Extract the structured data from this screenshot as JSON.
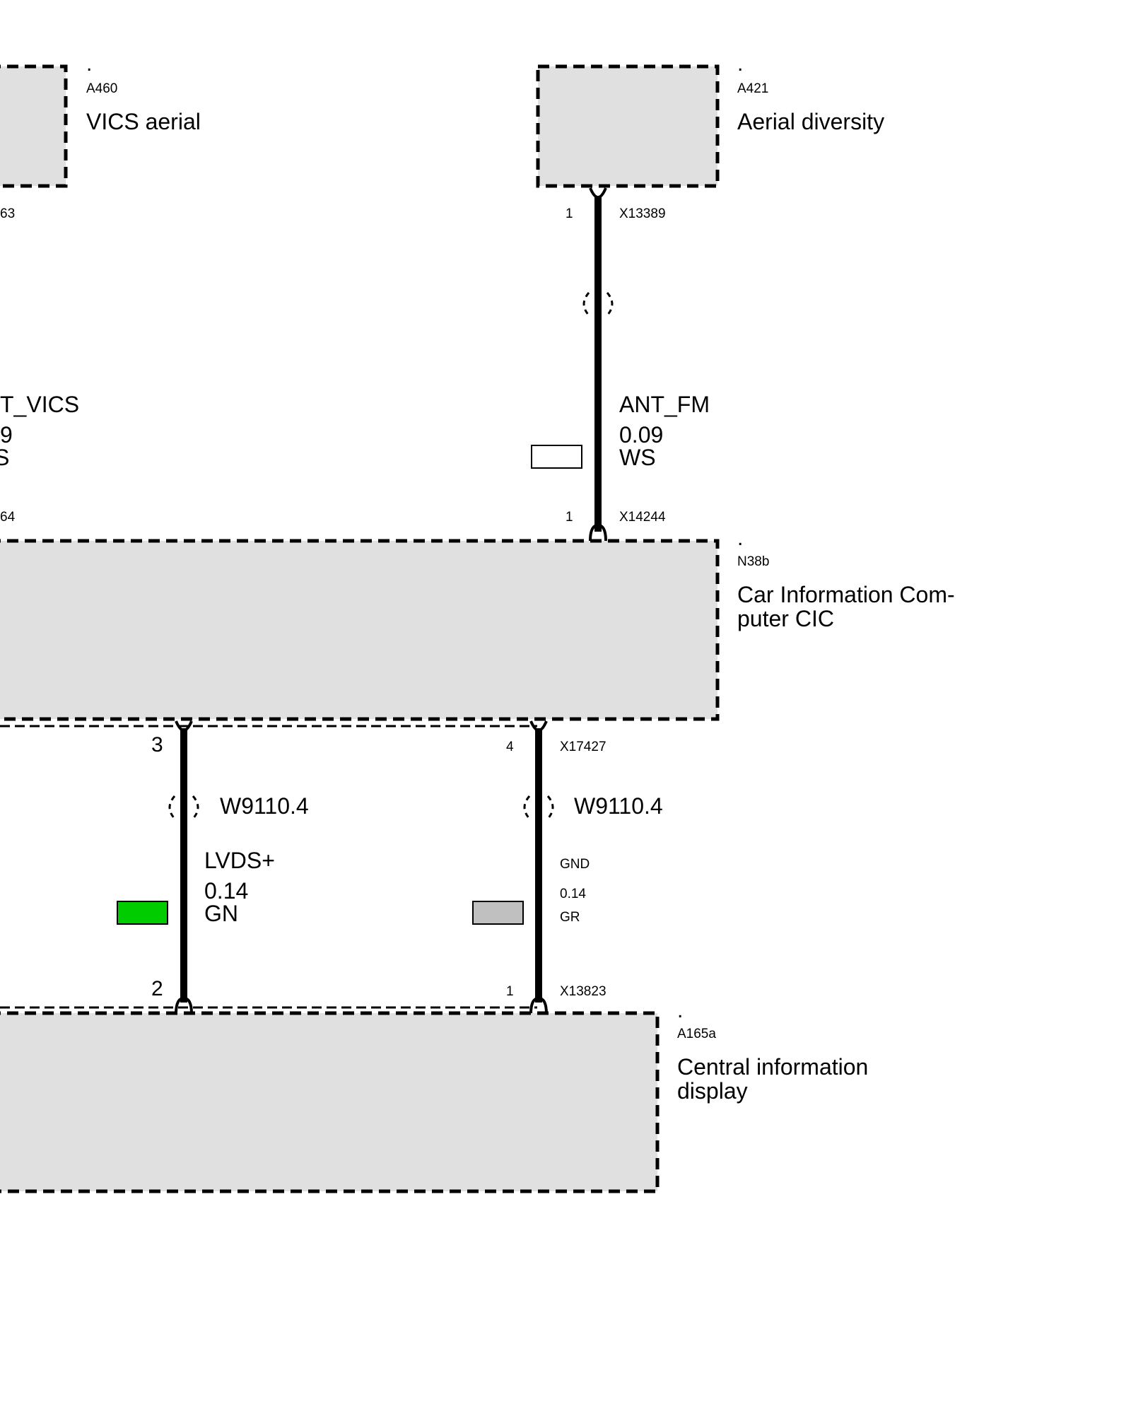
{
  "components": {
    "vics_aerial": {
      "dot": ".",
      "code": "A460",
      "name": "VICS aerial"
    },
    "aerial_diversity": {
      "dot": ".",
      "code": "A421",
      "name": "Aerial diversity"
    },
    "cic": {
      "dot": ".",
      "code": "N38b",
      "name_line1": "Car Information Com-",
      "name_line2": "puter CIC"
    },
    "cid": {
      "dot": ".",
      "code": "A165a",
      "name_line1": "Central information",
      "name_line2": "display"
    }
  },
  "left_cropped": {
    "connector_top": "63",
    "signal": "T_VICS",
    "size": "9",
    "color": "S",
    "connector_bottom": "64"
  },
  "wire_fm": {
    "top_pin": "1",
    "top_connector": "X13389",
    "signal": "ANT_FM",
    "size": "0.09",
    "color_code": "WS",
    "swatch_color": "#ffffff",
    "bottom_pin": "1",
    "bottom_connector": "X14244"
  },
  "wire_lvds": {
    "top_pin": "3",
    "harness": "W9110.4",
    "signal": "LVDS+",
    "size": "0.14",
    "color_code": "GN",
    "swatch_color": "#00cc00",
    "bottom_pin": "2"
  },
  "wire_gnd": {
    "top_pin": "4",
    "top_connector": "X17427",
    "harness": "W9110.4",
    "signal": "GND",
    "size": "0.14",
    "color_code": "GR",
    "swatch_color": "#c0c0c0",
    "bottom_pin": "1",
    "bottom_connector": "X13823"
  }
}
